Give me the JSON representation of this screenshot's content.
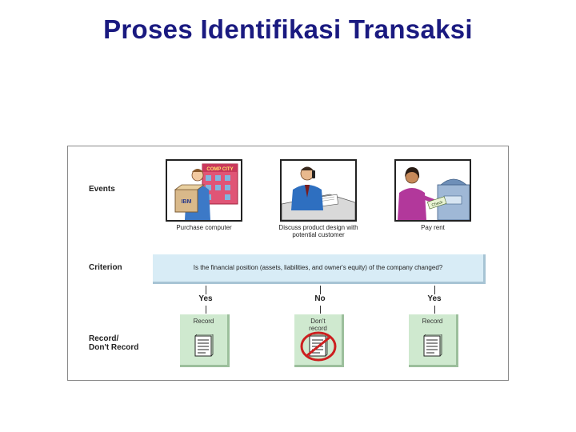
{
  "slide": {
    "title": "Proses Identifikasi Transaksi"
  },
  "rows": {
    "events_label": "Events",
    "criterion_label": "Criterion",
    "record_label_line1": "Record/",
    "record_label_line2": "Don't Record"
  },
  "events": [
    {
      "caption_line1": "Purchase computer",
      "caption_line2": "",
      "sign_text": "COMP CITY",
      "box_text": "IBM"
    },
    {
      "caption_line1": "Discuss product design with",
      "caption_line2": "potential customer"
    },
    {
      "caption_line1": "Pay rent",
      "caption_line2": "",
      "check_text": "Check"
    }
  ],
  "criterion": {
    "text": "Is the  financial position (assets, liabilities, and owner's equity) of the company changed?"
  },
  "answers": [
    "Yes",
    "No",
    "Yes"
  ],
  "records": [
    {
      "line1": "Record",
      "line2": "",
      "crossed": false
    },
    {
      "line1": "Don't",
      "line2": "record",
      "crossed": true
    },
    {
      "line1": "Record",
      "line2": "",
      "crossed": false
    }
  ],
  "colors": {
    "title": "#1a1a80",
    "criterion_fill": "#d8ecf6",
    "record_fill": "#cfe9cf",
    "prohibit": "#cc1f1f"
  }
}
